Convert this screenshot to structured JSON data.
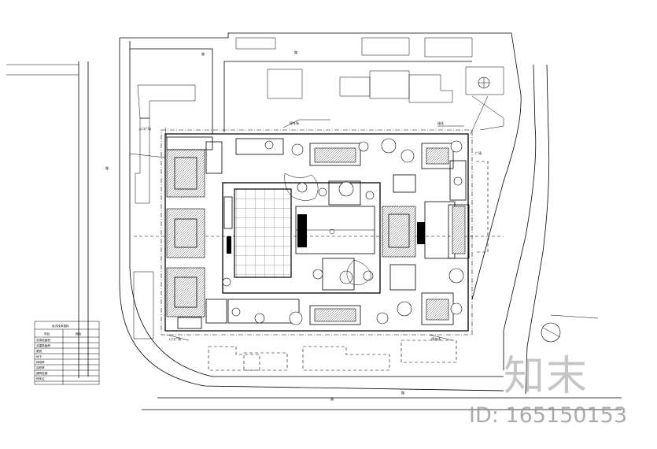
{
  "watermark": {
    "brand": "知末",
    "id_text": "ID: 165150153"
  },
  "plan": {
    "labels": {
      "top_road": "路",
      "top_road_2": "路",
      "left_road": "路",
      "bottom_road": "路",
      "bottom_road_2": "路",
      "north_gate": "停车场",
      "east_gate": "绿化",
      "ne_callout": "广场",
      "nw_callout": "入口广场",
      "sw_callout": "入口广场",
      "se_callout": "停车场"
    },
    "table": {
      "title": "经济技术指标",
      "header": [
        "项目",
        "指标"
      ],
      "rows": [
        [
          "总用地面积",
          ""
        ],
        [
          "总建筑面积",
          ""
        ],
        [
          "基底",
          ""
        ],
        [
          "地下",
          ""
        ],
        [
          "绿地率",
          ""
        ],
        [
          "容积率",
          ""
        ],
        [
          "建筑密度",
          ""
        ],
        [
          "停车位",
          ""
        ]
      ]
    }
  }
}
